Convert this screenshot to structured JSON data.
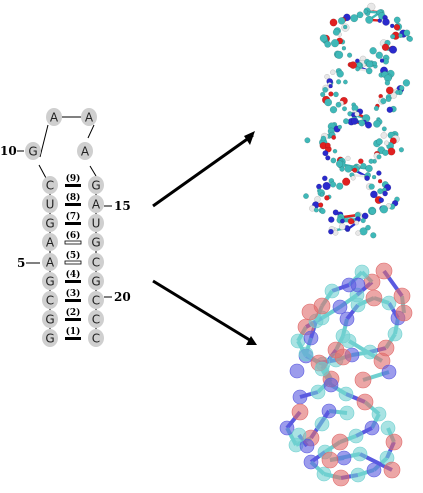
{
  "hairpin": {
    "loop": [
      "A",
      "A"
    ],
    "left_strand": [
      "G",
      "C",
      "U",
      "G",
      "A",
      "A",
      "G",
      "C",
      "G",
      "G"
    ],
    "right_strand": [
      "A",
      "G",
      "A",
      "U",
      "G",
      "C",
      "G",
      "C",
      "C",
      "C"
    ],
    "position_labels": {
      "p10": "10",
      "p5": "5",
      "p15": "15",
      "p20": "20"
    },
    "pair_labels": [
      "(9)",
      "(8)",
      "(7)",
      "(6)",
      "(5)",
      "(4)",
      "(3)",
      "(2)",
      "(1)"
    ],
    "pair_styles": [
      "bold",
      "bold",
      "bold",
      "open",
      "open",
      "bold",
      "bold",
      "bold",
      "bold"
    ]
  },
  "colors": {
    "nucleotide_fill": "#cfcfcf",
    "arrow": "#000000",
    "atom_carbon": "#3fb8b8",
    "atom_oxygen": "#e02020",
    "atom_nitrogen": "#2a2acc",
    "atom_hydrogen": "#e8e8e8",
    "cg_bead_blue": "#5a5ae0",
    "cg_bead_cyan": "#6fd0d0",
    "cg_bead_red": "#e06a6a"
  },
  "icons": {
    "top_arrow": "arrow-up-right",
    "bottom_arrow": "arrow-down-right",
    "atomistic_model": "ball-and-stick-molecule",
    "coarse_model": "coarse-grained-bead-chain"
  }
}
